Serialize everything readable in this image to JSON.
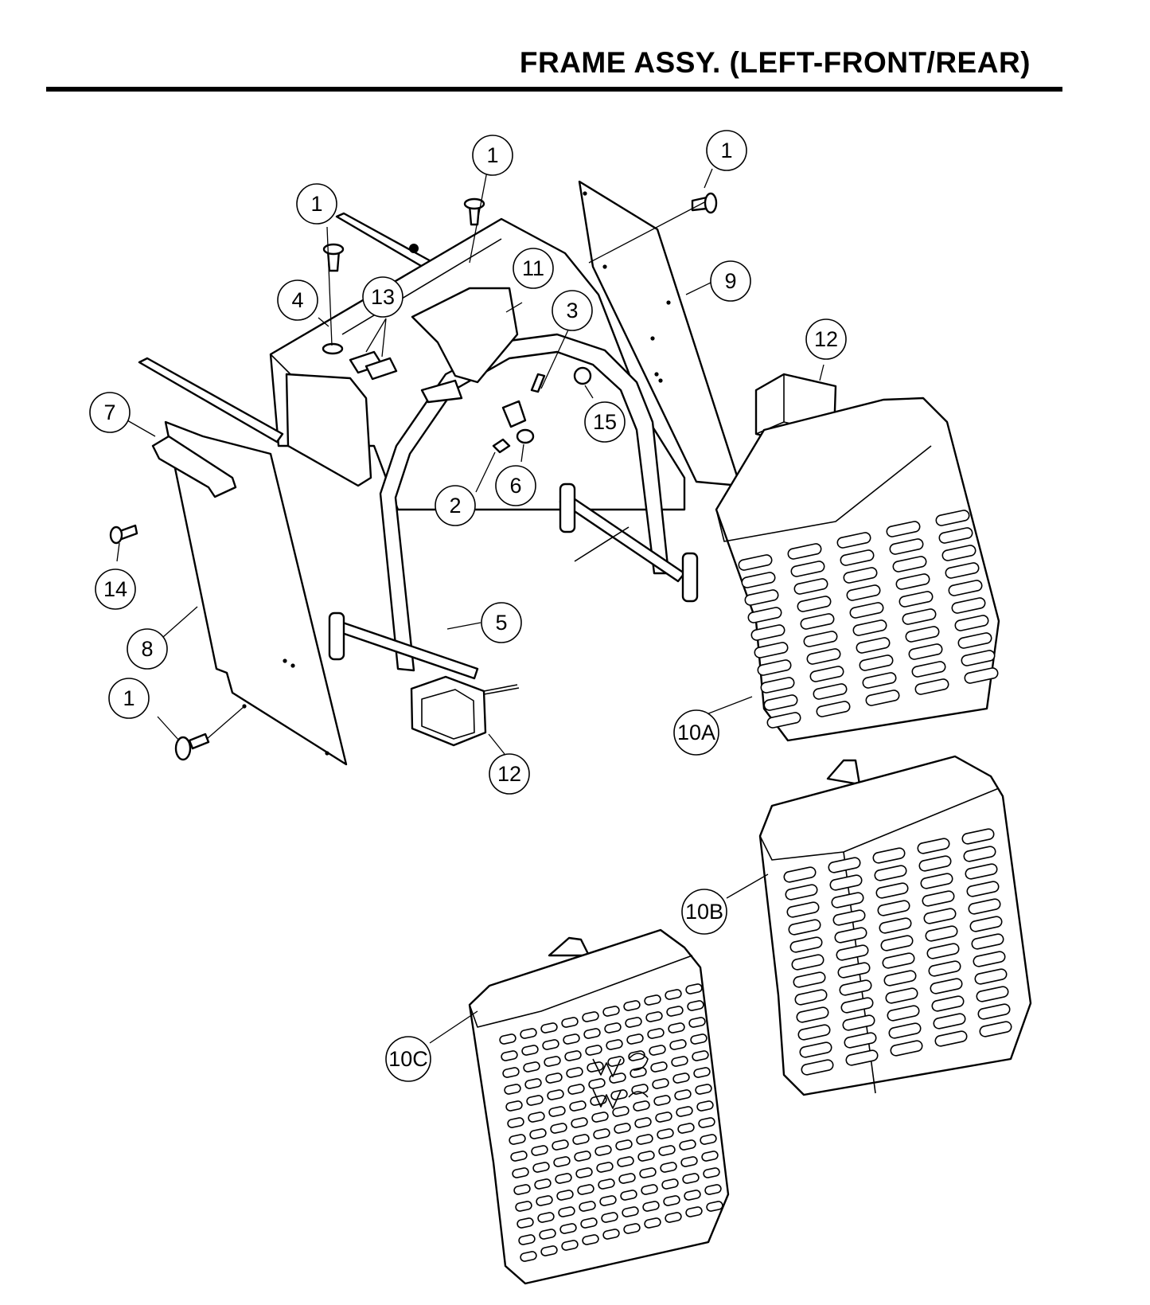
{
  "header": {
    "title": "FRAME ASSY. (LEFT-FRONT/REAR)"
  },
  "callouts": [
    {
      "id": "c1a",
      "label": "1"
    },
    {
      "id": "c1b",
      "label": "1"
    },
    {
      "id": "c1c",
      "label": "1"
    },
    {
      "id": "c1d",
      "label": "1"
    },
    {
      "id": "c2",
      "label": "2"
    },
    {
      "id": "c3",
      "label": "3"
    },
    {
      "id": "c4",
      "label": "4"
    },
    {
      "id": "c5",
      "label": "5"
    },
    {
      "id": "c6",
      "label": "6"
    },
    {
      "id": "c7",
      "label": "7"
    },
    {
      "id": "c8",
      "label": "8"
    },
    {
      "id": "c9",
      "label": "9"
    },
    {
      "id": "c10a",
      "label": "10A"
    },
    {
      "id": "c10b",
      "label": "10B"
    },
    {
      "id": "c10c",
      "label": "10C"
    },
    {
      "id": "c11",
      "label": "11"
    },
    {
      "id": "c12a",
      "label": "12"
    },
    {
      "id": "c12b",
      "label": "12"
    },
    {
      "id": "c13",
      "label": "13"
    },
    {
      "id": "c14",
      "label": "14"
    },
    {
      "id": "c15",
      "label": "15"
    }
  ]
}
